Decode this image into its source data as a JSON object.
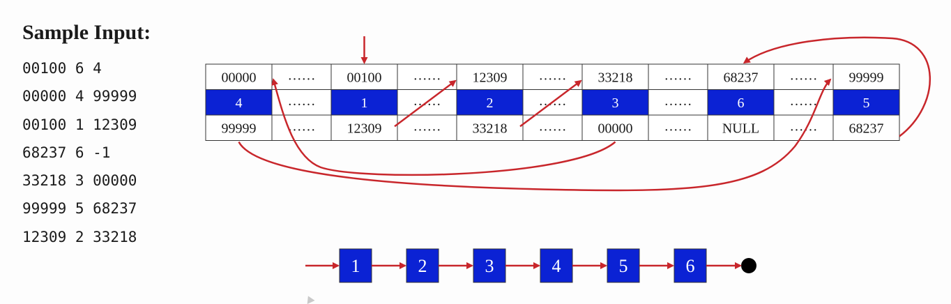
{
  "sample": {
    "title": "Sample Input:",
    "lines": [
      "00100 6 4",
      "00000 4 99999",
      "00100 1 12309",
      "68237 6 -1",
      "33218 3 00000",
      "99999 5 68237",
      "12309 2 33218"
    ]
  },
  "memory_table": {
    "columns": [
      {
        "type": "node",
        "address": "00000",
        "data": "4",
        "next": "99999"
      },
      {
        "type": "gap",
        "address": "……",
        "data": "……",
        "next": "……"
      },
      {
        "type": "node",
        "address": "00100",
        "data": "1",
        "next": "12309"
      },
      {
        "type": "gap",
        "address": "……",
        "data": "……",
        "next": "……"
      },
      {
        "type": "node",
        "address": "12309",
        "data": "2",
        "next": "33218"
      },
      {
        "type": "gap",
        "address": "……",
        "data": "……",
        "next": "……"
      },
      {
        "type": "node",
        "address": "33218",
        "data": "3",
        "next": "00000"
      },
      {
        "type": "gap",
        "address": "……",
        "data": "……",
        "next": "……"
      },
      {
        "type": "node",
        "address": "68237",
        "data": "6",
        "next": "NULL"
      },
      {
        "type": "gap",
        "address": "……",
        "data": "……",
        "next": "……"
      },
      {
        "type": "node",
        "address": "99999",
        "data": "5",
        "next": "68237"
      }
    ]
  },
  "result_list": {
    "nodes": [
      "1",
      "2",
      "3",
      "4",
      "5",
      "6"
    ]
  },
  "colors": {
    "node_fill": "#0b22d4",
    "arrow": "#c8262b",
    "grid": "#333333",
    "text": "#1a1a1a"
  }
}
